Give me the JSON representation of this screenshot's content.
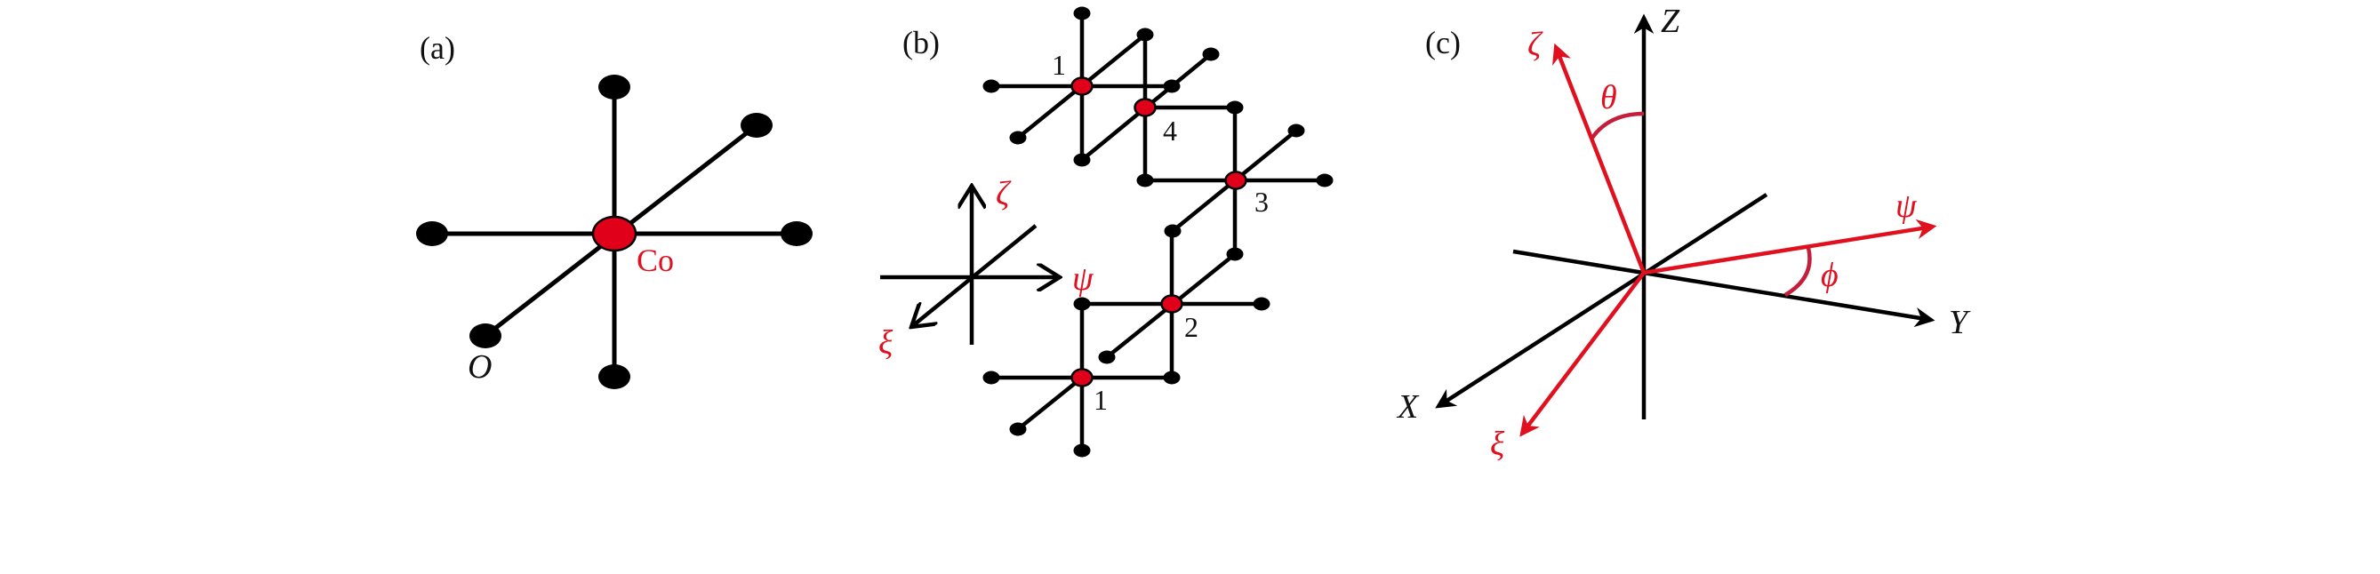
{
  "panel_a": {
    "label": "(a)",
    "center_atom": "Co",
    "ligand_atom": "O"
  },
  "panel_b": {
    "label": "(b)",
    "site_labels": [
      "1",
      "4",
      "3",
      "2",
      "1"
    ],
    "axes": {
      "zeta": "ζ",
      "psi": "ψ",
      "xi": "ξ"
    }
  },
  "panel_c": {
    "label": "(c)",
    "lab_axes": {
      "x": "X",
      "y": "Y",
      "z": "Z"
    },
    "local_axes": {
      "zeta": "ζ",
      "psi": "ψ",
      "xi": "ξ"
    },
    "angles": {
      "theta": "θ",
      "phi": "ϕ"
    }
  },
  "colors": {
    "accent": "#e0101e",
    "arc": "#c41e3a",
    "ink": "#000000"
  }
}
